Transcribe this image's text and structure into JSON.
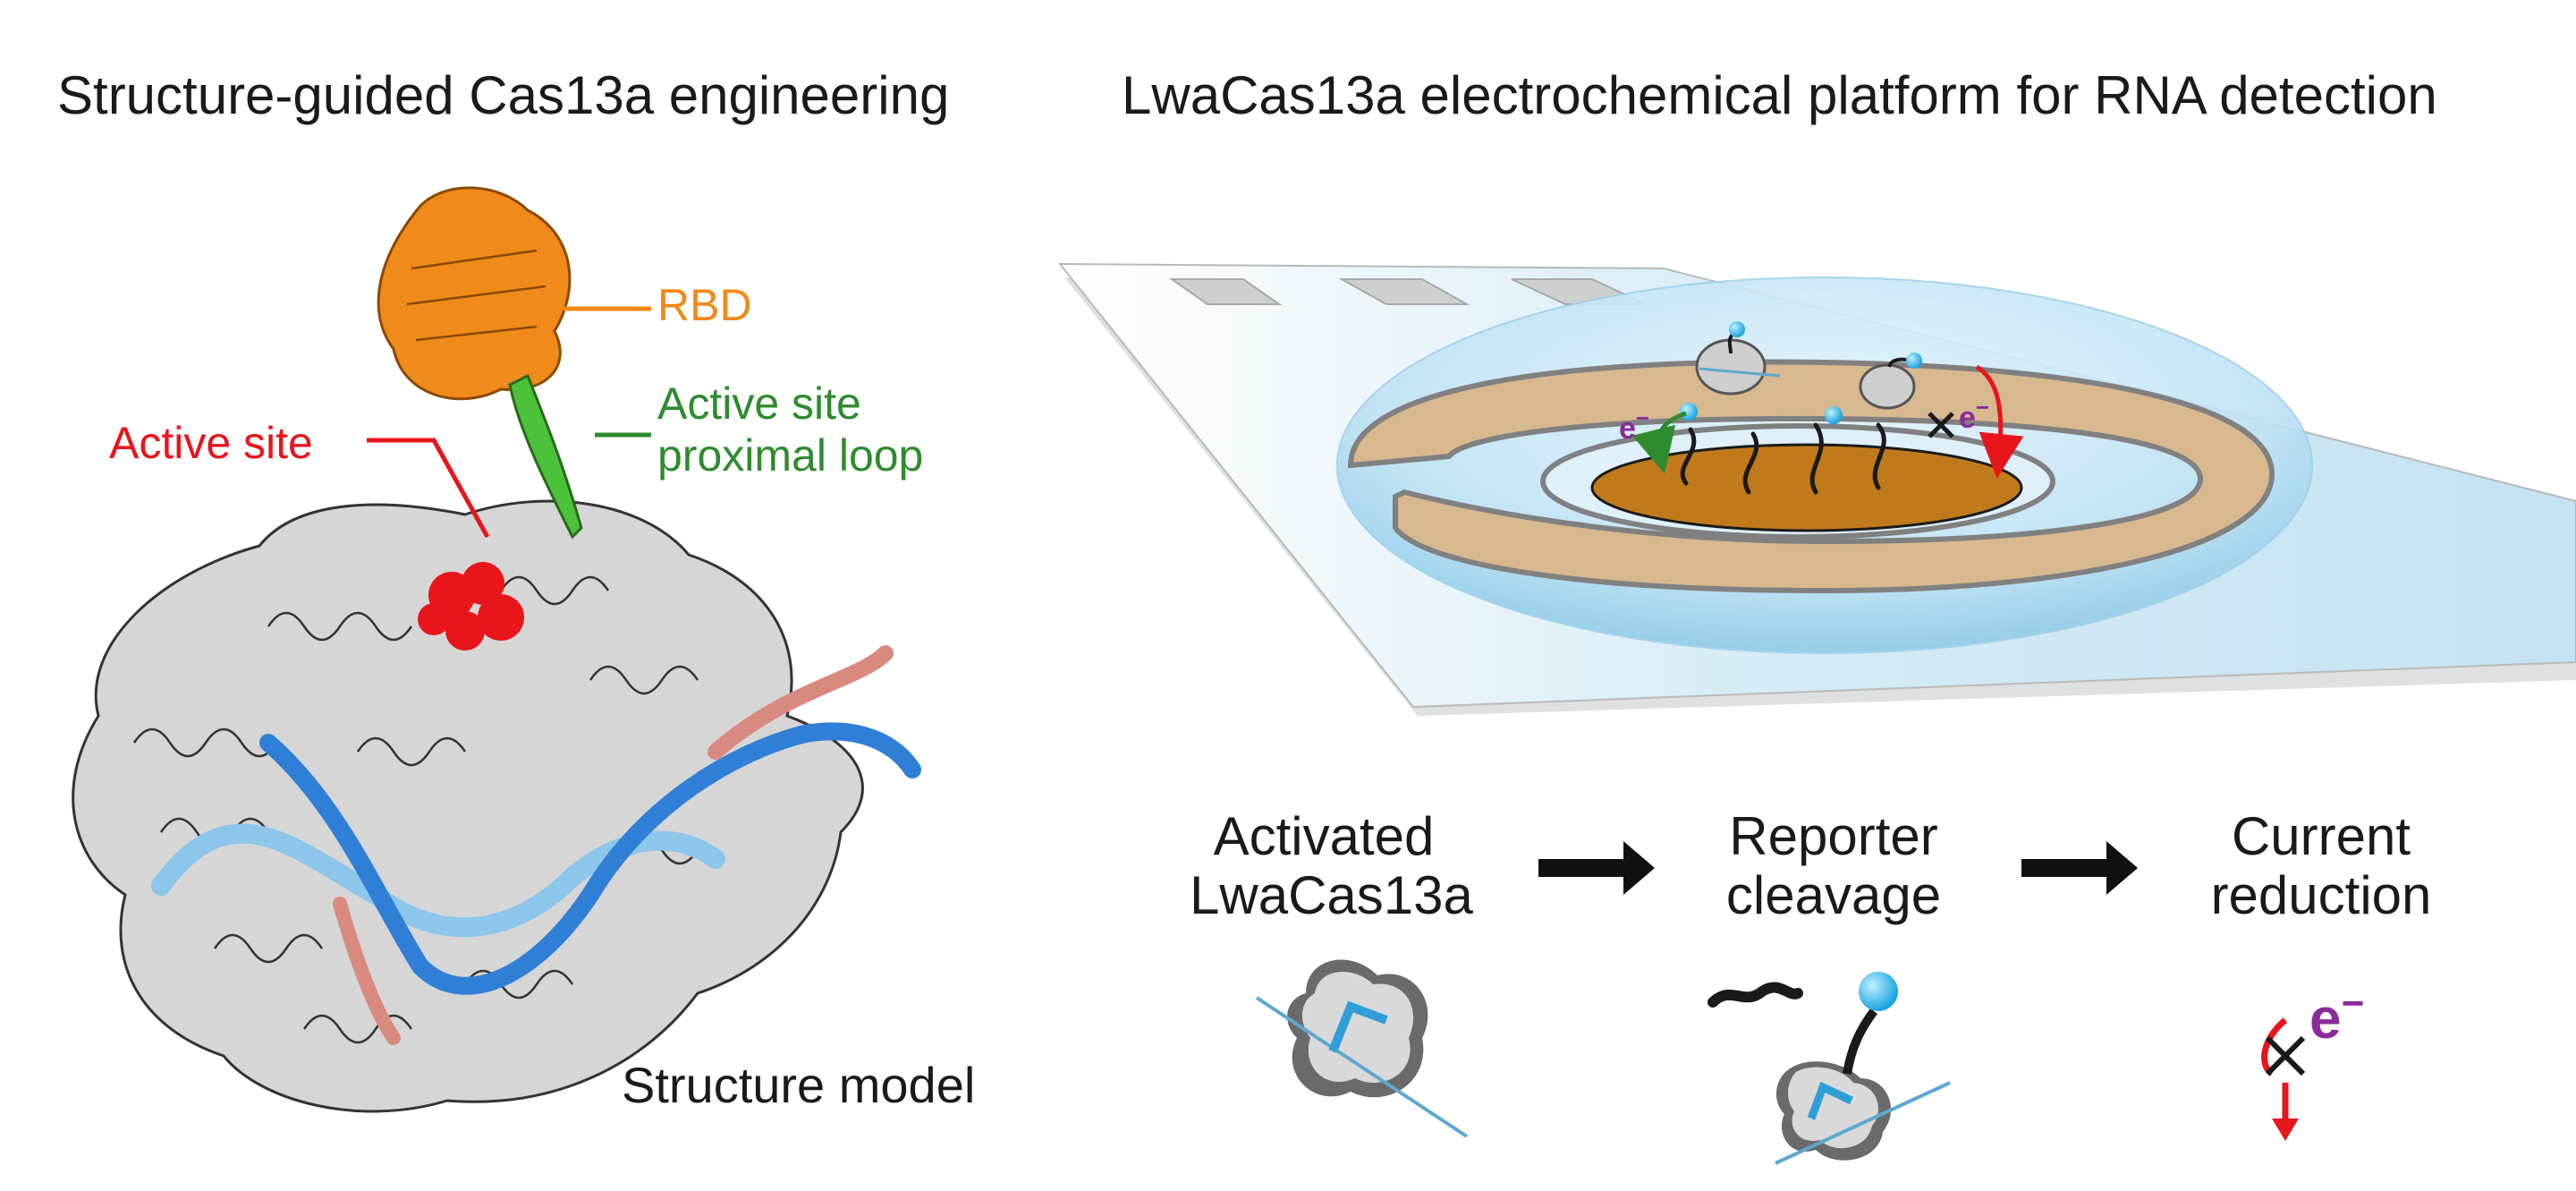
{
  "left_panel": {
    "title": "Structure-guided Cas13a engineering",
    "labels": {
      "rbd": "RBD",
      "active_site": "Active site",
      "proximal_loop_line1": "Active site",
      "proximal_loop_line2": "proximal loop",
      "structure_model": "Structure model"
    }
  },
  "right_panel": {
    "title": "LwaCas13a electrochemical platform for RNA detection",
    "electron_label": "e",
    "electron_superscript": "−",
    "steps": [
      {
        "line1": "Activated",
        "line2": "LwaCas13a"
      },
      {
        "line1": "Reporter",
        "line2": "cleavage"
      },
      {
        "line1": "Current",
        "line2": "reduction"
      }
    ]
  },
  "colors": {
    "rbd_orange": "#f08a1a",
    "active_site_red": "#e8151b",
    "loop_green": "#2e8b2e",
    "rna_blue": "#2f7fd6",
    "dna_pink": "#d98a7f",
    "protein_gray": "#d0d0d0",
    "electrode_brown": "#c07a1c",
    "droplet_blue": "#bfe3f5",
    "electron_purple": "#8a2a9a"
  }
}
